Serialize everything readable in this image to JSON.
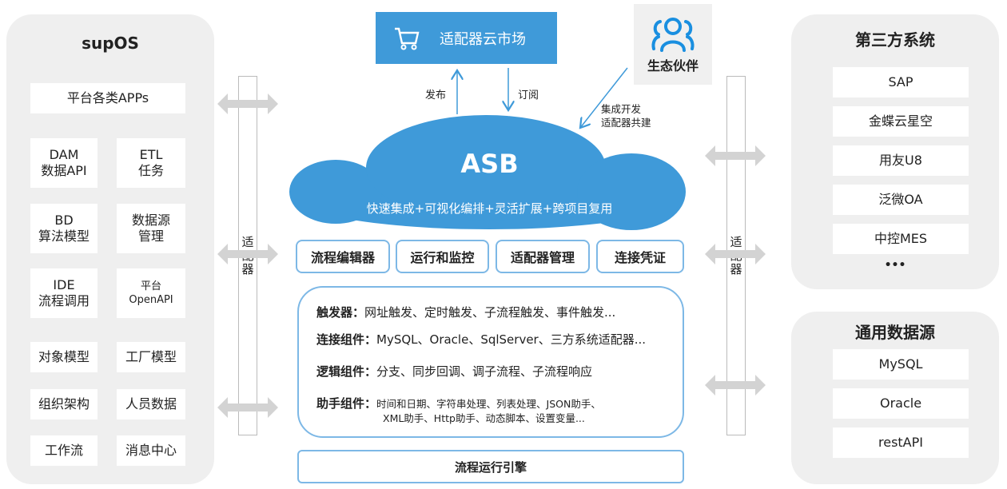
{
  "left": {
    "title": "supOS",
    "top_item": "平台各类APPs",
    "grid": [
      [
        "DAM",
        "数据API"
      ],
      [
        "ETL",
        "任务"
      ],
      [
        "BD",
        "算法模型"
      ],
      [
        "数据源",
        "管理"
      ],
      [
        "IDE",
        "流程调用"
      ],
      [
        "平台",
        "OpenAPI"
      ],
      [
        "对象模型"
      ],
      [
        "工厂模型"
      ],
      [
        "组织架构"
      ],
      [
        "人员数据"
      ],
      [
        "工作流"
      ],
      [
        "消息中心"
      ]
    ]
  },
  "adapter_label": "适配器",
  "market": {
    "label": "适配器云市场",
    "icon": "shopping-cart-icon"
  },
  "partner": {
    "label": "生态伙伴",
    "icon": "people-group-icon",
    "note_line1": "集成开发",
    "note_line2": "适配器共建"
  },
  "arrows": {
    "publish": "发布",
    "subscribe": "订阅"
  },
  "cloud": {
    "title": "ASB",
    "subtitle": "快速集成+可视化编排+灵活扩展+跨项目复用"
  },
  "buttons": [
    "流程编辑器",
    "运行和监控",
    "适配器管理",
    "连接凭证"
  ],
  "components": [
    {
      "label": "触发器：",
      "text": "网址触发、定时触发、子流程触发、事件触发..."
    },
    {
      "label": "连接组件：",
      "text": "MySQL、Oracle、SqlServer、三方系统适配器..."
    },
    {
      "label": "逻辑组件：",
      "text": "分支、同步回调、调子流程、子流程响应"
    },
    {
      "label": "助手组件：",
      "text": "时间和日期、字符串处理、列表处理、JSON助手、",
      "text2": "XML助手、Http助手、动态脚本、设置变量..."
    }
  ],
  "engine": "流程运行引擎",
  "third_party": {
    "title": "第三方系统",
    "items": [
      "SAP",
      "金蝶云星空",
      "用友U8",
      "泛微OA",
      "中控MES"
    ],
    "more": "•••"
  },
  "datasource": {
    "title": "通用数据源",
    "items": [
      "MySQL",
      "Oracle",
      "restAPI"
    ]
  },
  "colors": {
    "blue": "#3f9ad9",
    "panel": "#efefef",
    "border": "#7db8e6"
  }
}
